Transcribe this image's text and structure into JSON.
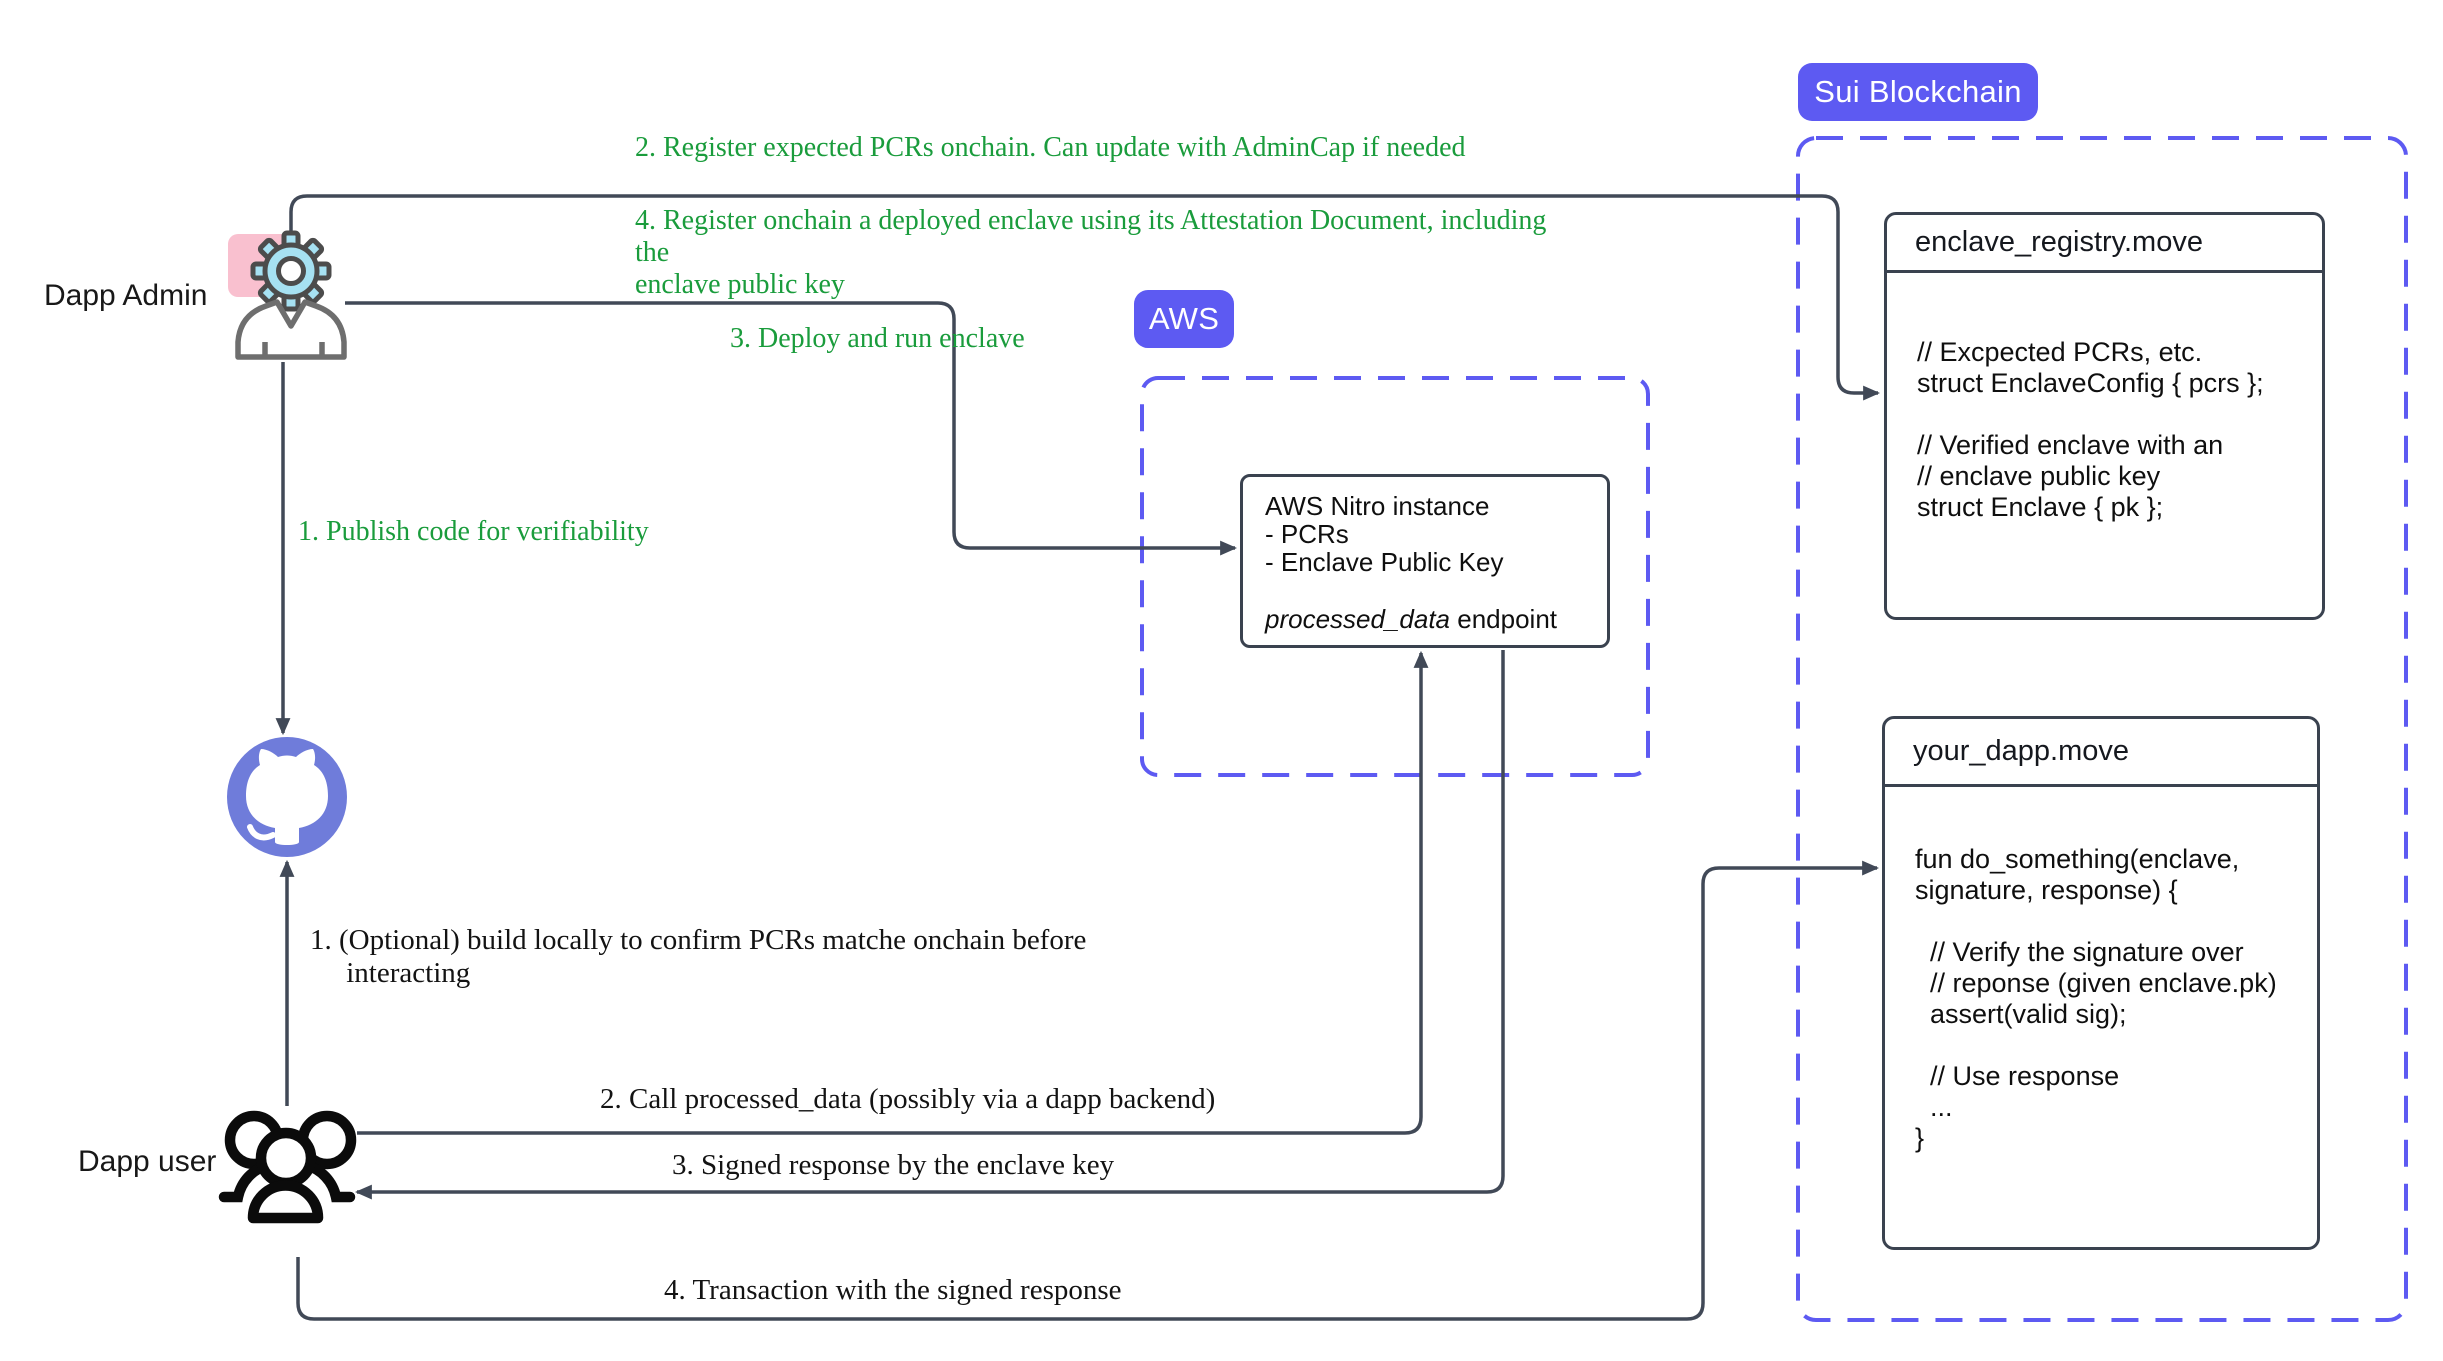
{
  "actors": {
    "dapp_admin_label": "Dapp Admin",
    "dapp_user_label": "Dapp user",
    "github_icon": "github-octocat-icon",
    "admin_icon": "gear-person-icon",
    "user_icon": "people-group-icon"
  },
  "aws": {
    "badge": "AWS",
    "nitro_box": {
      "lines": [
        "AWS Nitro instance",
        "- PCRs",
        "- Enclave Public Key"
      ],
      "endpoint_name": "processed_data",
      "endpoint_suffix": " endpoint"
    }
  },
  "sui": {
    "badge": "Sui Blockchain",
    "registry_box": {
      "title": "enclave_registry.move",
      "code_lines": [
        "// Excpected PCRs, etc.",
        "struct EnclaveConfig { pcrs };",
        "",
        "// Verified enclave with an",
        "// enclave public key",
        "struct Enclave { pk };"
      ]
    },
    "dapp_box": {
      "title": "your_dapp.move",
      "code_lines": [
        "fun do_something(enclave,",
        "signature, response) {",
        "",
        "  // Verify the signature over",
        "  // reponse (given enclave.pk)",
        "  assert(valid sig);",
        "",
        "  // Use response",
        "  ...",
        "}"
      ]
    }
  },
  "admin_annotations": [
    {
      "text": "1. Publish code for verifiability"
    },
    {
      "text": "2. Register expected PCRs onchain. Can update with AdminCap if needed"
    },
    {
      "text": "3. Deploy and run enclave"
    },
    {
      "text": "4. Register onchain a deployed enclave using its Attestation Document, including the\nenclave public key"
    }
  ],
  "user_annotations": [
    {
      "text": "1. (Optional) build locally to confirm PCRs matche onchain before\n     interacting"
    },
    {
      "text": "2. Call processed_data (possibly via a dapp backend)"
    },
    {
      "text": "3. Signed response by the enclave key"
    },
    {
      "text": "4. Transaction with the signed response"
    }
  ],
  "colors": {
    "accent_purple": "#5d5af2",
    "github_purple": "#6f7cda",
    "line_gray": "#414957",
    "annotation_green": "#1a9c3c",
    "gear_blue": "#a6e1f2",
    "pink": "#f9c0cf"
  }
}
